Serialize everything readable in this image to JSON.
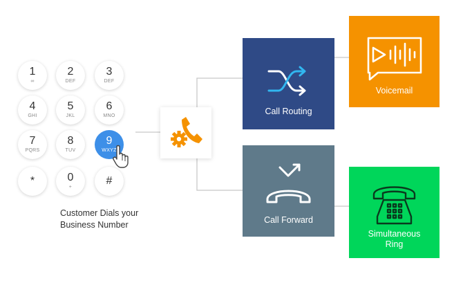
{
  "keypad": {
    "keys": [
      {
        "num": "1",
        "letters": "∞"
      },
      {
        "num": "2",
        "letters": "DEF"
      },
      {
        "num": "3",
        "letters": "DEF"
      },
      {
        "num": "4",
        "letters": "GHI"
      },
      {
        "num": "5",
        "letters": "JKL"
      },
      {
        "num": "6",
        "letters": "MNO"
      },
      {
        "num": "7",
        "letters": "PQRS"
      },
      {
        "num": "8",
        "letters": "TUV"
      },
      {
        "num": "9",
        "letters": "WXYZ"
      },
      {
        "num": "*",
        "letters": ""
      },
      {
        "num": "0",
        "letters": "+"
      },
      {
        "num": "#",
        "letters": ""
      }
    ],
    "active_key": "9"
  },
  "caption": {
    "line1": "Customer Dials your",
    "line2": "Business Number"
  },
  "boxes": {
    "routing": "Call Routing",
    "forward": "Call Forward",
    "voicemail": "Voicemail",
    "simring_line1": "Simultaneous",
    "simring_line2": "Ring"
  },
  "colors": {
    "routing": "#2f4a86",
    "forward": "#5f7a8a",
    "voicemail": "#f59200",
    "simring": "#00d65a",
    "hub_icon": "#f59200",
    "active_key": "#3d8fe8"
  },
  "icons": {
    "hub": "phone-gear-icon",
    "routing": "shuffle-icon",
    "forward": "call-forward-icon",
    "voicemail": "voicemail-waveform-icon",
    "simring": "desk-telephone-icon",
    "pointer": "hand-pointer-icon"
  }
}
